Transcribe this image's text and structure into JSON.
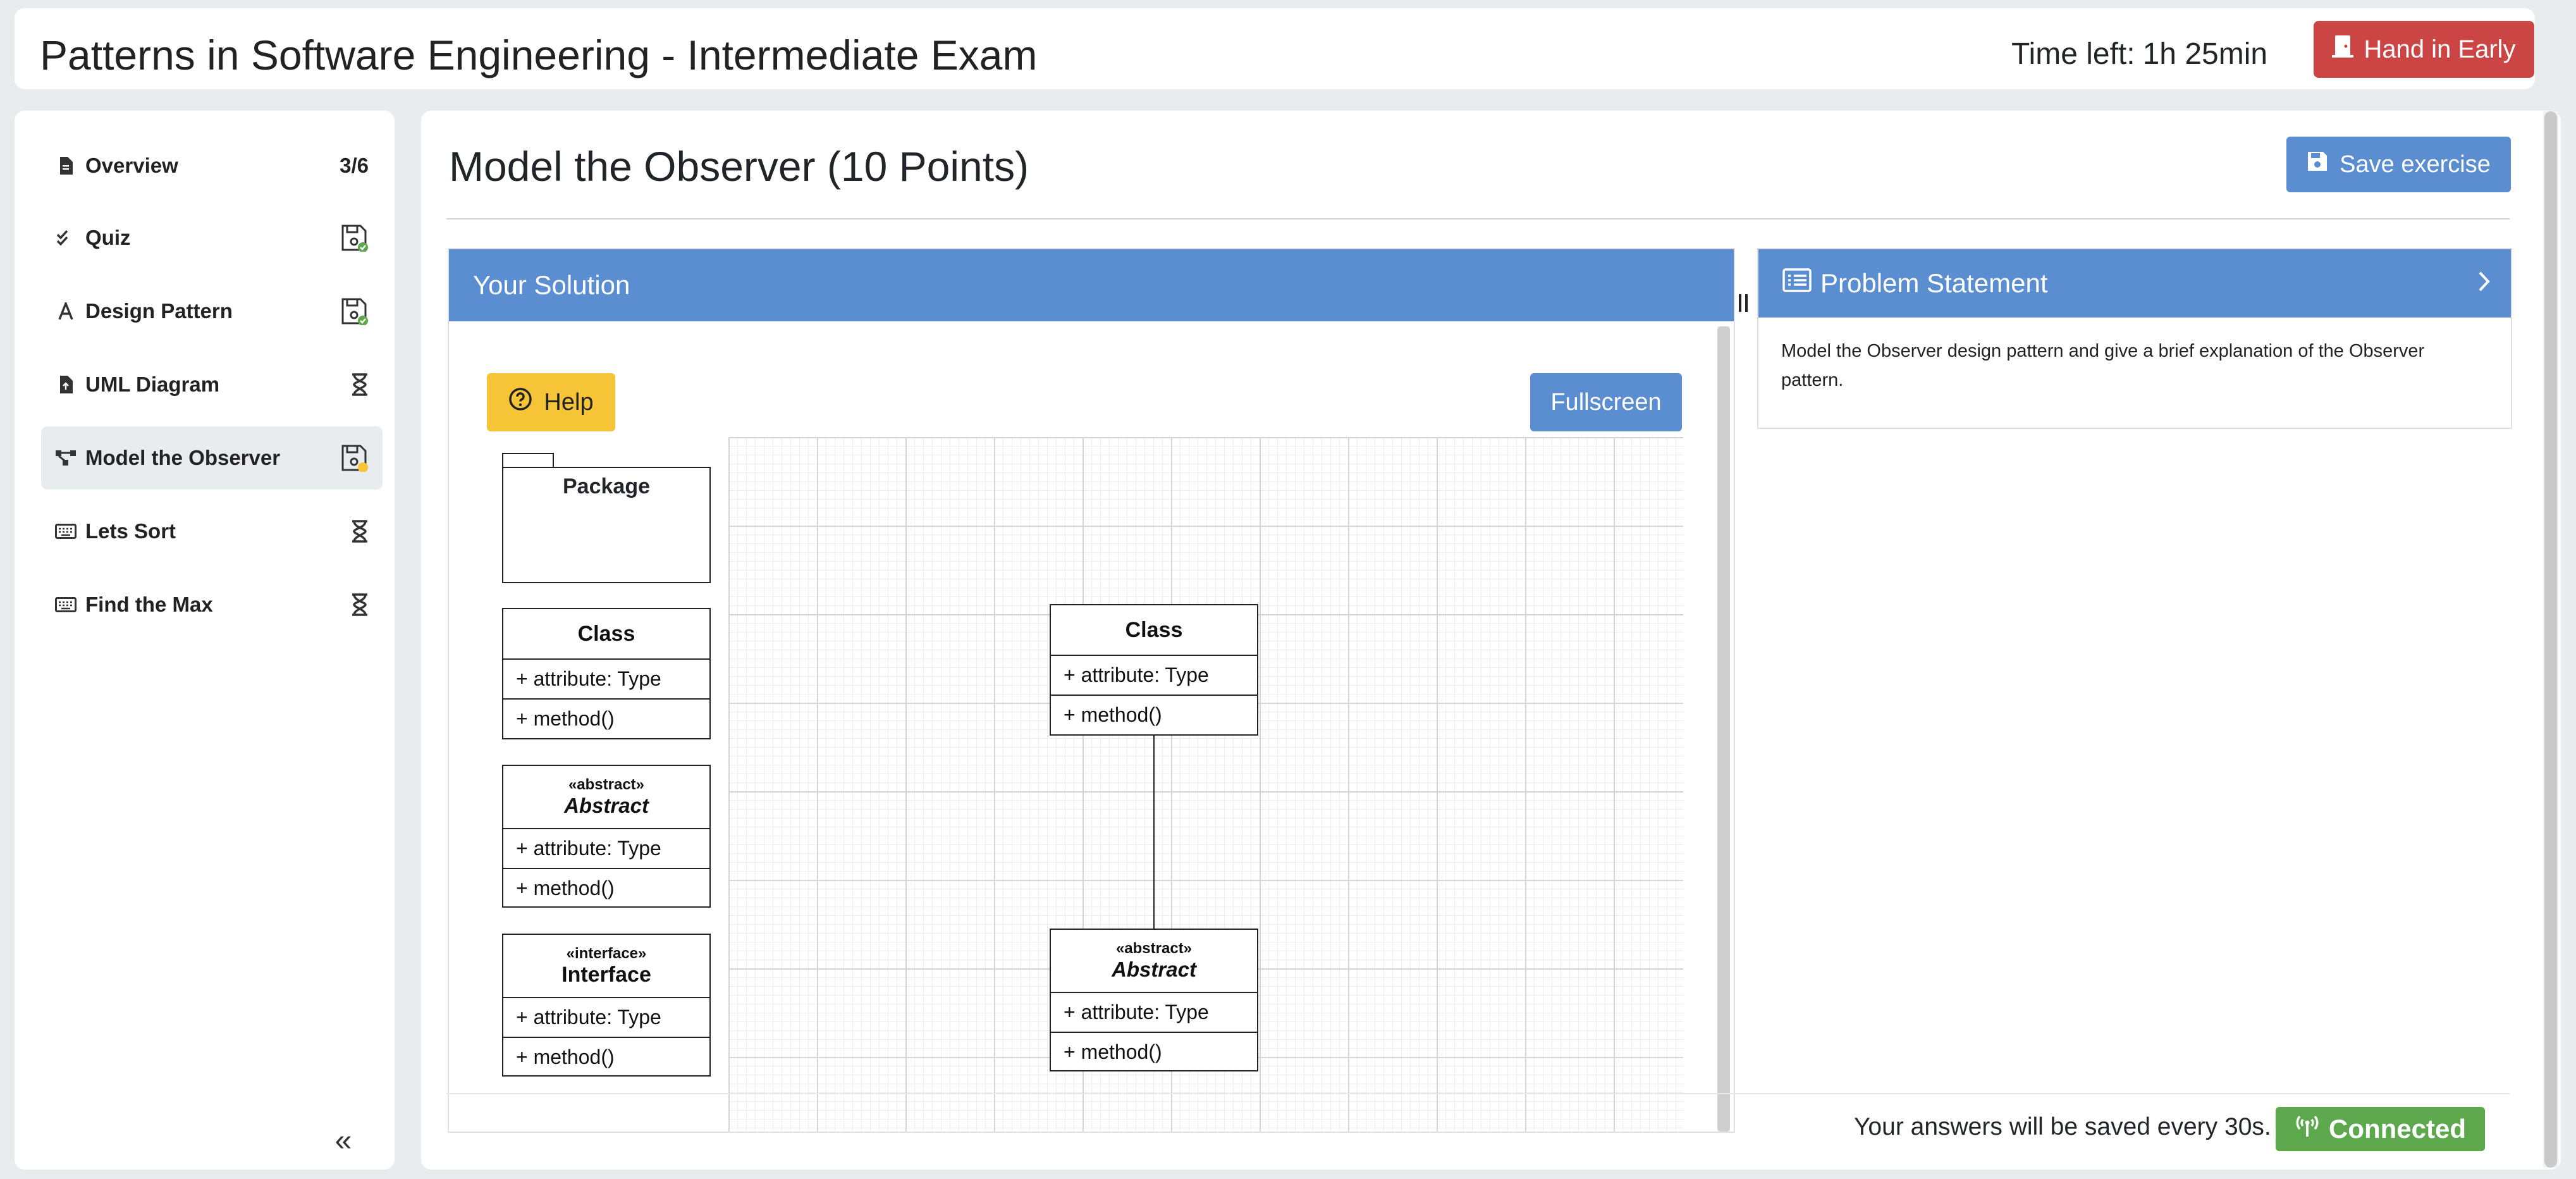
{
  "header": {
    "title": "Patterns in Software Engineering - Intermediate Exam",
    "time_left_label": "Time left:",
    "time_left_value": "1h 25min",
    "hand_in_label": "Hand in Early",
    "accent_danger": "#cb4545"
  },
  "sidebar": {
    "items": [
      {
        "label": "Overview",
        "icon": "file-icon",
        "status": "3/6"
      },
      {
        "label": "Quiz",
        "icon": "check-double-icon",
        "status": "saved-icon"
      },
      {
        "label": "Design Pattern",
        "icon": "text-a-icon",
        "status": "saved-icon"
      },
      {
        "label": "UML Diagram",
        "icon": "file-upload-icon",
        "status": "hourglass-icon"
      },
      {
        "label": "Model the Observer",
        "icon": "diagram-icon",
        "status": "unsaved-icon",
        "active": true
      },
      {
        "label": "Lets Sort",
        "icon": "keyboard-icon",
        "status": "hourglass-icon"
      },
      {
        "label": "Find the Max",
        "icon": "keyboard-icon",
        "status": "hourglass-icon"
      }
    ],
    "collapse_label": "«"
  },
  "main": {
    "title": "Model the Observer (10 Points)",
    "save_label": "Save exercise",
    "accent": "#5b8dd1"
  },
  "solution": {
    "header": "Your Solution",
    "help_label": "Help",
    "fullscreen_label": "Fullscreen",
    "palette": {
      "package": {
        "name": "Package"
      },
      "class": {
        "name": "Class",
        "attribute": "+ attribute: Type",
        "method": "+ method()"
      },
      "abstract": {
        "stereotype": "«abstract»",
        "name": "Abstract",
        "attribute": "+ attribute: Type",
        "method": "+ method()"
      },
      "interface": {
        "stereotype": "«interface»",
        "name": "Interface",
        "attribute": "+ attribute: Type",
        "method": "+ method()"
      }
    },
    "canvas": {
      "class": {
        "name": "Class",
        "attribute": "+ attribute: Type",
        "method": "+ method()"
      },
      "abstract": {
        "stereotype": "«abstract»",
        "name": "Abstract",
        "attribute": "+ attribute: Type",
        "method": "+ method()"
      }
    }
  },
  "problem": {
    "header": "Problem Statement",
    "text": "Model the Observer design pattern and give a brief explanation of the Observer pattern."
  },
  "footer": {
    "save_note": "Your answers will be saved every 30s.",
    "connected_label": "Connected",
    "connected_color": "#5da84c"
  }
}
